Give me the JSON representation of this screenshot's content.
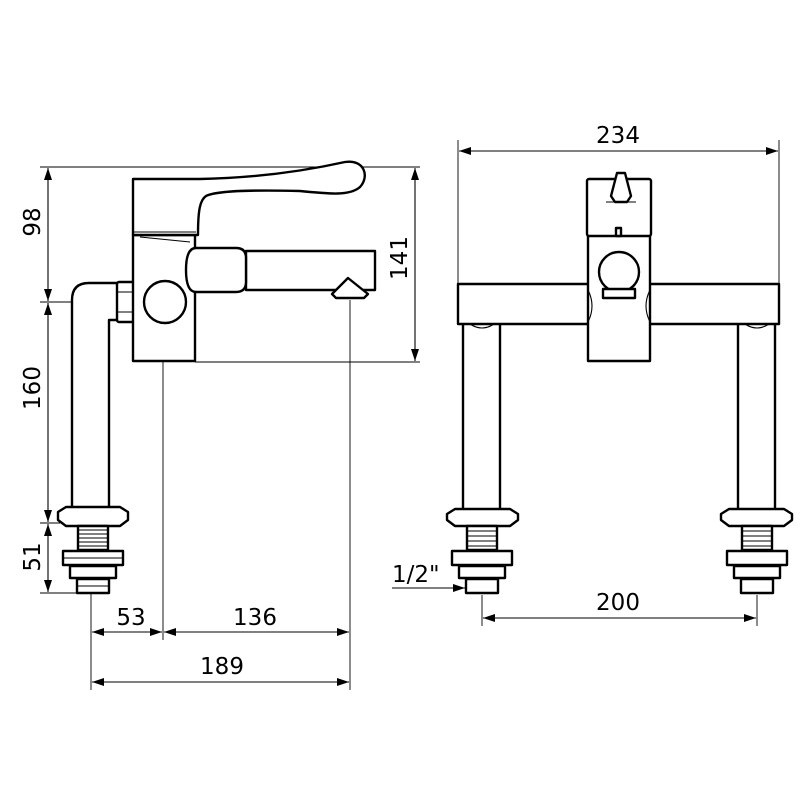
{
  "drawing": {
    "side_view": {
      "dimensions": {
        "top_height": "98",
        "column_height": "160",
        "thread_height": "51",
        "spout_height": "141",
        "offset_left": "53",
        "spout_reach": "136",
        "overall_depth": "189"
      }
    },
    "front_view": {
      "dimensions": {
        "overall_width": "234",
        "center_distance": "200",
        "thread_size": "1/2\""
      }
    }
  }
}
